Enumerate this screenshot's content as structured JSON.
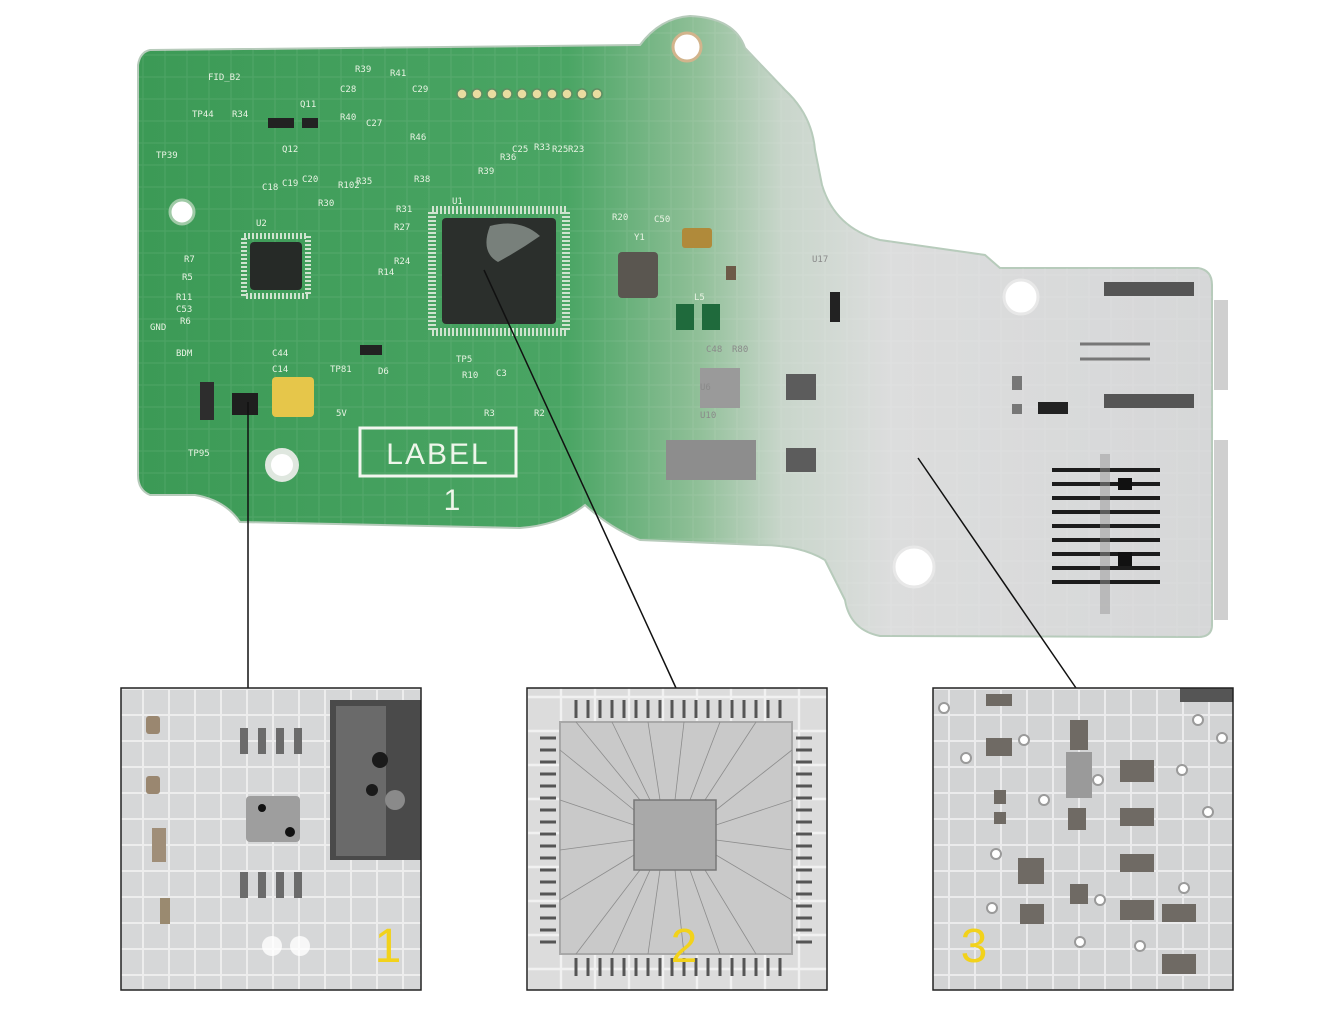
{
  "board": {
    "label_text": "LABEL",
    "label_number": "1",
    "silkscreen": {
      "fid": "FID_B2",
      "tp44": "TP44",
      "r34": "R34",
      "tp39": "TP39",
      "r39": "R39",
      "r41": "R41",
      "c28": "C28",
      "c29": "C29",
      "q11": "Q11",
      "q12": "Q12",
      "r40": "R40",
      "c27": "C27",
      "r46": "R46",
      "r39b": "R39",
      "r36": "R36",
      "c25": "C25",
      "r33": "R33",
      "r25": "R25",
      "r23": "R23",
      "c18": "C18",
      "c19": "C19",
      "c20": "C20",
      "r102": "R102",
      "r35": "R35",
      "r30": "R30",
      "r38": "R38",
      "r31": "R31",
      "r27": "R27",
      "r24": "R24",
      "r14": "R14",
      "u2": "U2",
      "u1": "U1",
      "r20": "R20",
      "c50": "C50",
      "y1": "Y1",
      "r7": "R7",
      "r5": "R5",
      "r11": "R11",
      "c53": "C53",
      "r6": "R6",
      "bdm": "BDM",
      "gnd": "GND",
      "c44": "C44",
      "c14": "C14",
      "tp81": "TP81",
      "d6": "D6",
      "tp5": "TP5",
      "r10": "R10",
      "c3": "C3",
      "r3": "R3",
      "r2": "R2",
      "v5": "5V",
      "tp95": "TP95",
      "l5": "L5",
      "c48": "C48",
      "r80": "R80",
      "u6": "U6",
      "u10": "U10",
      "u17": "U17"
    }
  },
  "insets": [
    {
      "number": "1"
    },
    {
      "number": "2"
    },
    {
      "number": "3"
    }
  ],
  "colors": {
    "pcb_green": "#3f9e58",
    "xray_gray": "#d9dadb",
    "inset_number": "#f2d21b",
    "callout_line": "#111111"
  }
}
